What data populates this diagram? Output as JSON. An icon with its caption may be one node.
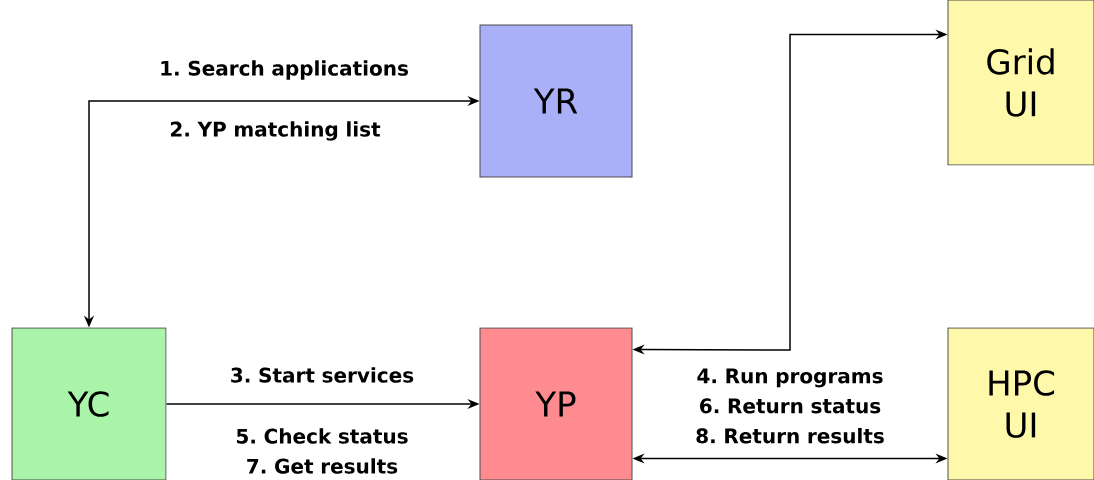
{
  "diagram": {
    "nodes": [
      {
        "text": [
          "YR"
        ]
      },
      {
        "text": [
          "Grid UI"
        ]
      },
      {
        "text": [
          "YC"
        ]
      },
      {
        "text": [
          "YP"
        ]
      },
      {
        "text": [
          "HPC UI"
        ]
      }
    ],
    "edges": [
      {
        "from": 0,
        "to": 2,
        "arrow": "both",
        "label": "1. Search applications"
      },
      {
        "from": 3,
        "to": 1,
        "arrow": "both"
      },
      {
        "from": 2,
        "to": 3,
        "arrow": "to",
        "label": "3. Start services"
      },
      {
        "from": 3,
        "to": 4,
        "arrow": "both",
        "label": "4. Run programs 6. Return status 8. Return results"
      }
    ],
    "labels": [
      "2. YP matching list",
      "5. Check status 7. Get results"
    ]
  }
}
